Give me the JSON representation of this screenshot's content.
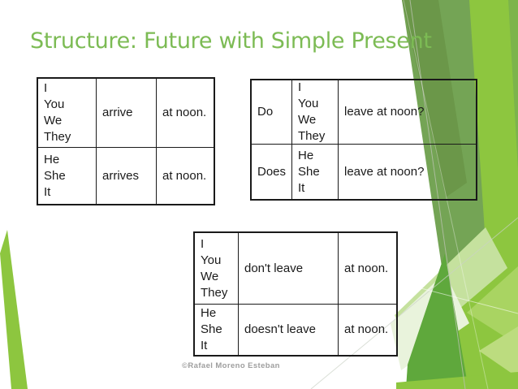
{
  "slide": {
    "title": "Structure: Future with Simple Present",
    "footer": "©Rafael Moreno Esteban",
    "colors": {
      "title_green": "#7CBB54",
      "facet_bright": "#8DC63F",
      "facet_right_band": "#7CB44B",
      "facet_olive": "#74A455",
      "facet_olive_dark": "#6B9749",
      "facet_light": "#C5E19E",
      "facet_lighter": "#E9F3DC",
      "facet_mid_light": "#A9D462",
      "facet_mid_light2": "#BCDC7F",
      "facet_dark": "#5FA83C",
      "table_border": "#1A1A1A",
      "cell_text": "#1A1A1A",
      "footer_gray": "#9E9E9E"
    },
    "tables": {
      "affirmative": {
        "rows": [
          {
            "cells": [
              "I\nYou\nWe\nThey",
              "arrive",
              "at noon."
            ]
          },
          {
            "cells": [
              "He\nShe\nIt",
              "arrives",
              "at noon."
            ]
          }
        ]
      },
      "interrogative": {
        "rows": [
          {
            "cells": [
              "Do",
              "I\nYou\nWe\nThey",
              "leave at noon?"
            ]
          },
          {
            "cells": [
              "Does",
              "He\nShe\nIt",
              "leave at noon?"
            ]
          }
        ]
      },
      "negative": {
        "rows": [
          {
            "cells": [
              "I\nYou\nWe\nThey",
              "don't leave",
              "at noon."
            ]
          },
          {
            "cells": [
              "He\nShe\nIt",
              "doesn't leave",
              "at noon."
            ]
          }
        ]
      }
    }
  }
}
